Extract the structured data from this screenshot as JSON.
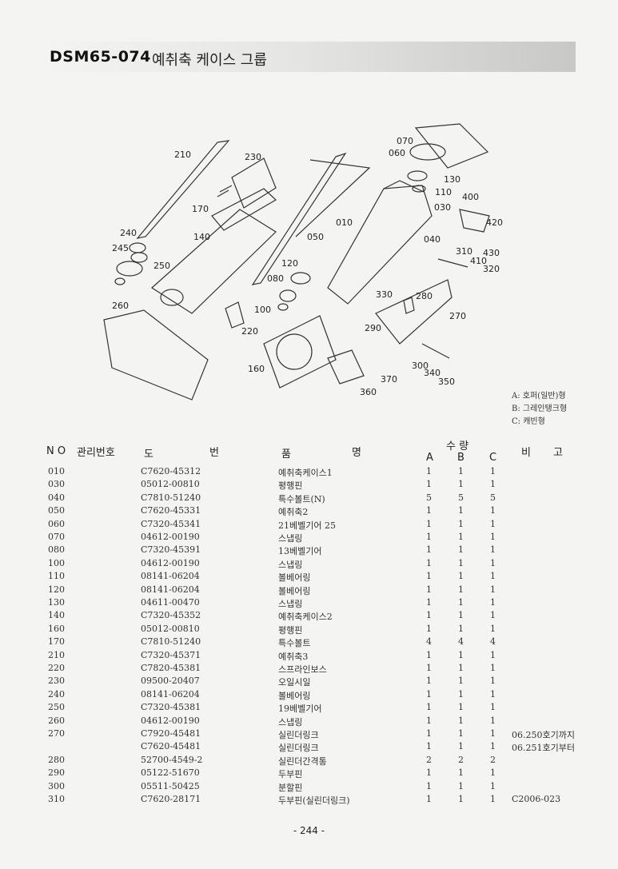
{
  "header": {
    "code": "DSM65-074",
    "name": "예취축 케이스 그룹"
  },
  "callouts": [
    "210",
    "230",
    "170",
    "140",
    "240",
    "245",
    "250",
    "260",
    "050",
    "120",
    "080",
    "100",
    "220",
    "160",
    "070",
    "060",
    "130",
    "110",
    "030",
    "010",
    "040",
    "400",
    "420",
    "310",
    "430",
    "410",
    "320",
    "330",
    "280",
    "270",
    "290",
    "300",
    "340",
    "350",
    "370",
    "360"
  ],
  "legend": [
    "A: 호퍼(일반)형",
    "B: 그레인탱크형",
    "C: 캐빈형"
  ],
  "columns": {
    "no": "N O",
    "mgmt": "관리번호",
    "dwg_a": "도",
    "dwg_b": "번",
    "name_a": "품",
    "name_b": "명",
    "qty": "수 량",
    "a": "A",
    "b": "B",
    "c": "C",
    "note_a": "비",
    "note_b": "고"
  },
  "rows": [
    {
      "no": "010",
      "dwg": "C7620-45312",
      "name": "예취축케이스1",
      "a": "1",
      "b": "1",
      "c": "1",
      "note": ""
    },
    {
      "no": "030",
      "dwg": "05012-00810",
      "name": "평행핀",
      "a": "1",
      "b": "1",
      "c": "1",
      "note": ""
    },
    {
      "no": "040",
      "dwg": "C7810-51240",
      "name": "특수볼트(N)",
      "a": "5",
      "b": "5",
      "c": "5",
      "note": ""
    },
    {
      "no": "050",
      "dwg": "C7620-45331",
      "name": "예취축2",
      "a": "1",
      "b": "1",
      "c": "1",
      "note": ""
    },
    {
      "no": "060",
      "dwg": "C7320-45341",
      "name": "21베벨기어 25",
      "a": "1",
      "b": "1",
      "c": "1",
      "note": ""
    },
    {
      "no": "070",
      "dwg": "04612-00190",
      "name": "스냅링",
      "a": "1",
      "b": "1",
      "c": "1",
      "note": ""
    },
    {
      "no": "080",
      "dwg": "C7320-45391",
      "name": "13베벨기어",
      "a": "1",
      "b": "1",
      "c": "1",
      "note": ""
    },
    {
      "no": "100",
      "dwg": "04612-00190",
      "name": "스냅링",
      "a": "1",
      "b": "1",
      "c": "1",
      "note": ""
    },
    {
      "no": "110",
      "dwg": "08141-06204",
      "name": "볼베어링",
      "a": "1",
      "b": "1",
      "c": "1",
      "note": ""
    },
    {
      "no": "120",
      "dwg": "08141-06204",
      "name": "볼베어링",
      "a": "1",
      "b": "1",
      "c": "1",
      "note": ""
    },
    {
      "no": "130",
      "dwg": "04611-00470",
      "name": "스냅링",
      "a": "1",
      "b": "1",
      "c": "1",
      "note": ""
    },
    {
      "no": "140",
      "dwg": "C7320-45352",
      "name": "예취축케이스2",
      "a": "1",
      "b": "1",
      "c": "1",
      "note": ""
    },
    {
      "no": "160",
      "dwg": "05012-00810",
      "name": "평행핀",
      "a": "1",
      "b": "1",
      "c": "1",
      "note": ""
    },
    {
      "no": "170",
      "dwg": "C7810-51240",
      "name": "특수볼트",
      "a": "4",
      "b": "4",
      "c": "4",
      "note": ""
    },
    {
      "no": "210",
      "dwg": "C7320-45371",
      "name": "예취축3",
      "a": "1",
      "b": "1",
      "c": "1",
      "note": ""
    },
    {
      "no": "220",
      "dwg": "C7820-45381",
      "name": "스프라인보스",
      "a": "1",
      "b": "1",
      "c": "1",
      "note": ""
    },
    {
      "no": "230",
      "dwg": "09500-20407",
      "name": "오일시일",
      "a": "1",
      "b": "1",
      "c": "1",
      "note": ""
    },
    {
      "no": "240",
      "dwg": "08141-06204",
      "name": "볼베어링",
      "a": "1",
      "b": "1",
      "c": "1",
      "note": ""
    },
    {
      "no": "250",
      "dwg": "C7320-45381",
      "name": "19베벨기어",
      "a": "1",
      "b": "1",
      "c": "1",
      "note": ""
    },
    {
      "no": "260",
      "dwg": "04612-00190",
      "name": "스냅링",
      "a": "1",
      "b": "1",
      "c": "1",
      "note": ""
    },
    {
      "no": "270",
      "dwg": "C7920-45481",
      "name": "실린더링크",
      "a": "1",
      "b": "1",
      "c": "1",
      "note": "06.250호기까지"
    },
    {
      "no": "",
      "dwg": "C7620-45481",
      "name": "실린더링크",
      "a": "1",
      "b": "1",
      "c": "1",
      "note": "06.251호기부터"
    },
    {
      "no": "280",
      "dwg": "52700-4549-2",
      "name": "실린더간격통",
      "a": "2",
      "b": "2",
      "c": "2",
      "note": ""
    },
    {
      "no": "290",
      "dwg": "05122-51670",
      "name": "두부핀",
      "a": "1",
      "b": "1",
      "c": "1",
      "note": ""
    },
    {
      "no": "300",
      "dwg": "05511-50425",
      "name": "분할핀",
      "a": "1",
      "b": "1",
      "c": "1",
      "note": ""
    },
    {
      "no": "310",
      "dwg": "C7620-28171",
      "name": "두부핀(실린더링크)",
      "a": "1",
      "b": "1",
      "c": "1",
      "note": "C2006-023"
    }
  ],
  "footer": {
    "page": "- 244 -"
  }
}
